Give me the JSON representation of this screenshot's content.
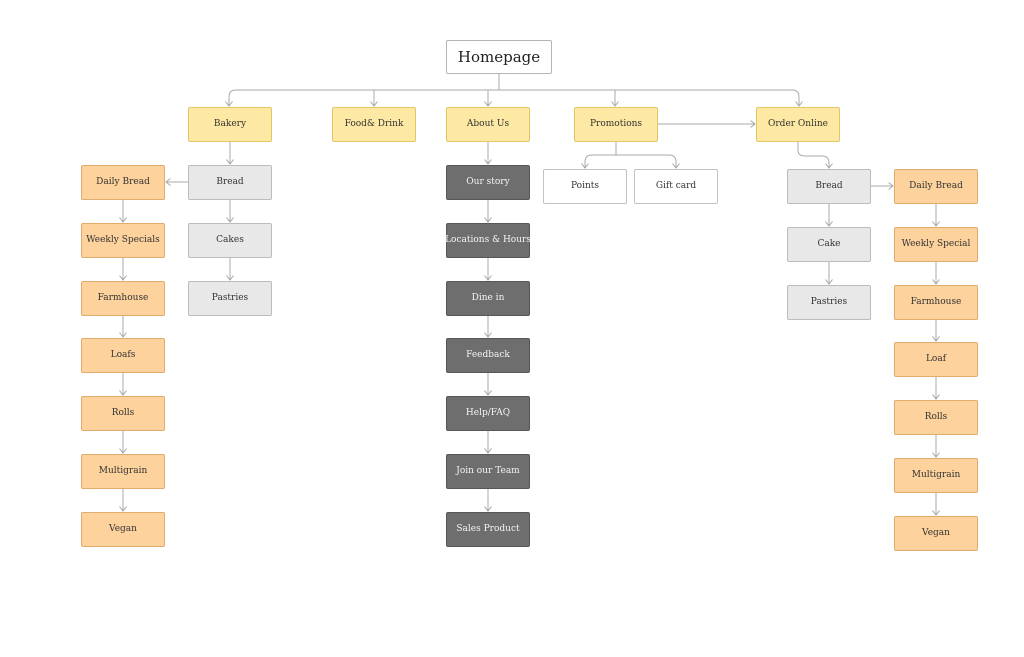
{
  "root": {
    "label": "Homepage"
  },
  "sections": {
    "bakery": "Bakery",
    "food_drink": "Food& Drink",
    "about_us": "About Us",
    "promotions": "Promotions",
    "order_online": "Order Online"
  },
  "bakery_menu": [
    "Bread",
    "Cakes",
    "Pastries"
  ],
  "bakery_bread_types": [
    "Daily Bread",
    "Weekly Specials",
    "Farmhouse",
    "Loafs",
    "Rolls",
    "Multigrain",
    "Vegan"
  ],
  "about_us_pages": [
    "Our story",
    "Locations & Hours",
    "Dine in",
    "Feedback",
    "Help/FAQ",
    "Join our Team",
    "Sales Product"
  ],
  "promotions_pages": [
    "Points",
    "Gift card"
  ],
  "order_menu": [
    "Bread",
    "Cake",
    "Pastries"
  ],
  "order_bread_types": [
    "Daily Bread",
    "Weekly Special",
    "Farmhouse",
    "Loaf",
    "Rolls",
    "Multigrain",
    "Vegan"
  ],
  "colors": {
    "section": "#fde9a3",
    "bread_type": "#fdd29c",
    "submenu": "#e8e8e8",
    "about_page": "#6e6e6e",
    "promo_page": "#ffffff",
    "connector": "#a8a8a8"
  }
}
